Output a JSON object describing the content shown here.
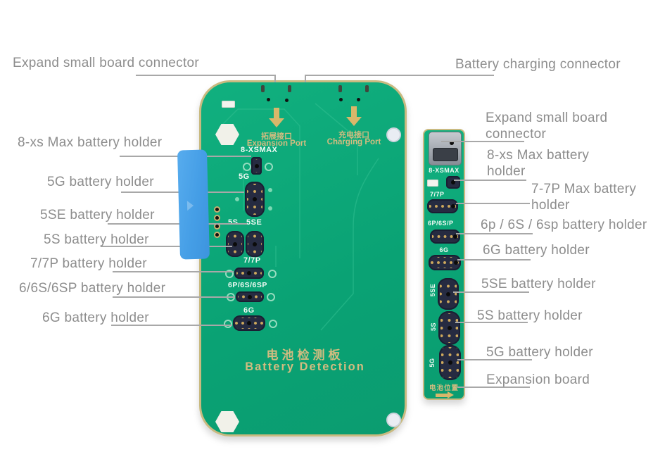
{
  "callouts": {
    "top_left": "Expand small board connector",
    "top_right": "Battery charging connector",
    "left": [
      "8-xs Max battery holder",
      "5G battery holder",
      "5SE battery holder",
      "5S battery holder",
      "7/7P battery holder",
      "6/6S/6SP battery holder",
      "6G battery holder"
    ],
    "right": [
      "Expand small board connector",
      "8-xs Max battery holder",
      "7-7P Max battery holder",
      "6p / 6S / 6sp battery holder",
      "6G battery holder",
      "5SE battery holder",
      "5S battery holder",
      "5G battery holder",
      "Expansion board"
    ]
  },
  "main_board": {
    "expansion_port": {
      "cn": "拓展接口",
      "en": "Expansion Port"
    },
    "charging_port": {
      "cn": "充电接口",
      "en": "Charging Port"
    },
    "slots": {
      "xsmax": "8-XSMAX",
      "g5": "5G",
      "s5": "5S",
      "se5": "5SE",
      "p77": "7/7P",
      "p6sp": "6P/6S/6SP",
      "g6": "6G"
    },
    "title": {
      "cn": "电池检测板",
      "en": "Battery Detection"
    }
  },
  "small_board": {
    "slots": {
      "xsmax": "8-XSMAX",
      "p77": "7/7P",
      "p6s": "6P/6S/P",
      "g6": "6G",
      "se5": "5SE",
      "s5": "5S",
      "g5": "5G"
    },
    "bottom_label_cn": "电池位置"
  },
  "colors": {
    "pcb_green": "#0caa79",
    "pcb_edge_gold": "#c9ba80",
    "silkscreen_tan": "#d3bc80",
    "silkscreen_white": "#f0faf4",
    "callout_text_gray": "#8d8d8d",
    "leader_line_gray": "#a8a8a8",
    "blue_card": "#459ee6",
    "connector_navy": "#262b41",
    "pin_gold": "#cfa95c",
    "arrow_gold": "#d8b76a"
  }
}
